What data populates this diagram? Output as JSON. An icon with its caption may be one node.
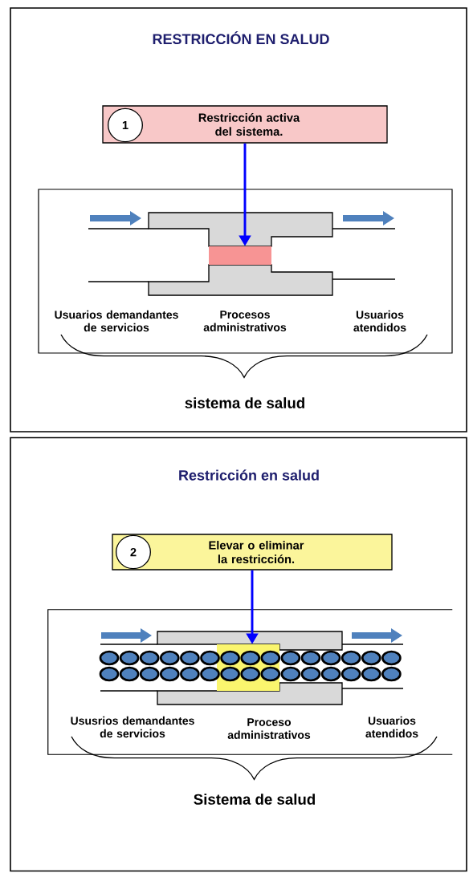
{
  "diagram": {
    "nodes": [
      {
        "text": [
          "RESTRICCIÓN EN SALUD",
          "sistema de salud"
        ]
      },
      {
        "text": [
          "Restricción activa del sistema."
        ],
        "in": 0
      },
      {
        "text": [
          "1"
        ],
        "in": 1
      },
      {
        "text": [
          "Usuarios demandantes de servicios",
          "Procesos administrativos",
          "Usuarios atendidos"
        ],
        "in": 0
      },
      {
        "text": [],
        "shape": "bar",
        "in": 3
      },
      {
        "text": [
          "Restricción en salud",
          "Sistema de salud"
        ]
      },
      {
        "text": [
          "Elevar o eliminar la restricción."
        ],
        "in": 5
      },
      {
        "text": [
          "2"
        ],
        "in": 6
      },
      {
        "text": [
          "Ususrios demandantes de servicios",
          "Proceso administrativos",
          "Usuarios atendidos"
        ],
        "in": 5
      },
      {
        "text": [],
        "shape": "bar",
        "in": 8
      }
    ],
    "edges": [
      {
        "from": 1,
        "to": 4,
        "arrow": "to"
      },
      {
        "from": 6,
        "to": 9,
        "arrow": "to"
      }
    ]
  }
}
